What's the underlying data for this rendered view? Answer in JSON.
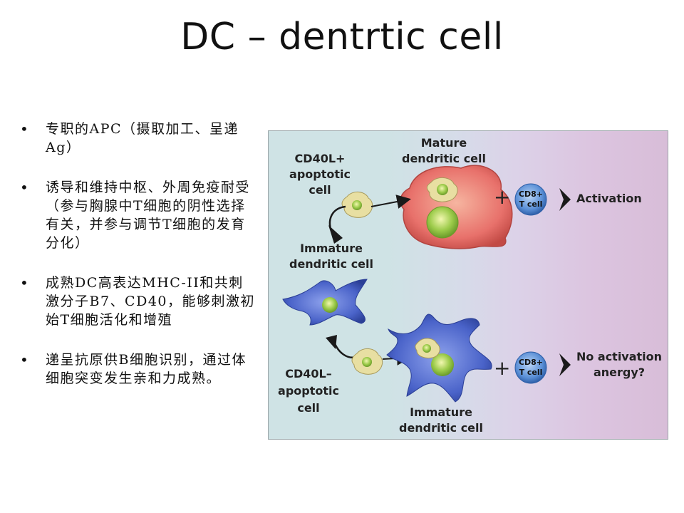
{
  "page": {
    "title": "DC  – dentrtic cell"
  },
  "bullets": [
    "专职的APC（摄取加工、呈递Ag）",
    "诱导和维持中枢、外周免疫耐受（参与胸腺中T细胞的阴性选择有关，并参与调节T细胞的发育分化）",
    "成熟DC高表达MHC-II和共刺激分子B7、CD40，能够刺激初始T细胞活化和增殖",
    "递呈抗原供B细胞识别，通过体细胞突变发生亲和力成熟。"
  ],
  "figure": {
    "mature_dc_label": [
      "Mature",
      "dendritic cell"
    ],
    "cd40l_pos_label": [
      "CD40L+",
      "apoptotic",
      "cell"
    ],
    "immature_top_label": [
      "Immature",
      "dendritic cell"
    ],
    "cd40l_neg_label": [
      "CD40L–",
      "apoptotic",
      "cell"
    ],
    "immature_bottom_label": [
      "Immature",
      "dendritic cell"
    ],
    "plus": "+",
    "tcell_label": [
      "CD8+",
      "T cell"
    ],
    "activation": "Activation",
    "no_activation": [
      "No activation",
      "anergy?"
    ],
    "colors": {
      "mature_cell": "#e8716b",
      "immature_cell": "#4a63c9",
      "apoptotic_cell": "#e8dfa2",
      "nucleus_green": "#9ccb4a",
      "tcell_blue": "#5a8fd6",
      "arrow": "#1a1a1a"
    }
  }
}
